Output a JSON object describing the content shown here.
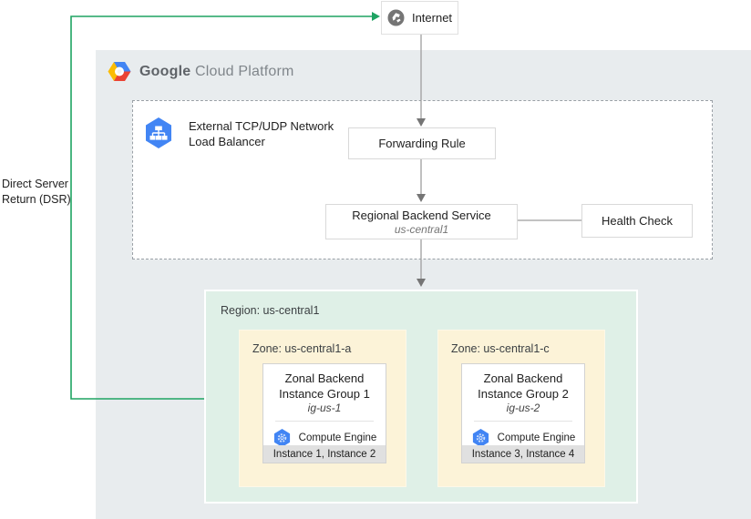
{
  "brand": {
    "google": "Google",
    "cloud_platform": "Cloud Platform"
  },
  "internet": {
    "label": "Internet"
  },
  "load_balancer": {
    "line1": "External TCP/UDP Network",
    "line2": "Load Balancer"
  },
  "forwarding_rule": {
    "label": "Forwarding Rule"
  },
  "backend_service": {
    "label": "Regional Backend Service",
    "region": "us-central1"
  },
  "health_check": {
    "label": "Health Check"
  },
  "dsr": {
    "label": "Direct Server Return (DSR)"
  },
  "region": {
    "label": "Region: us-central1",
    "zones": [
      {
        "label": "Zone: us-central1-a",
        "group": {
          "title1": "Zonal Backend",
          "title2": "Instance Group 1",
          "name": "ig-us-1",
          "engine_label": "Compute Engine",
          "instances": "Instance 1, Instance 2"
        }
      },
      {
        "label": "Zone: us-central1-c",
        "group": {
          "title1": "Zonal Backend",
          "title2": "Instance Group 2",
          "name": "ig-us-2",
          "engine_label": "Compute Engine",
          "instances": "Instance 3, Instance 4"
        }
      }
    ]
  },
  "icons": {
    "internet": "globe-icon",
    "brand": "gcp-hexagon-logo-icon",
    "load_balancer": "network-load-balancer-hexagon-icon",
    "compute_engine": "compute-engine-hexagon-icon"
  },
  "colors": {
    "panel_gray": "#e8ecee",
    "region_green": "#dff0e7",
    "zone_yellow": "#fcf3d8",
    "footer_gray": "#e0e0e0",
    "accent_green_line": "#1ea362",
    "connector_gray": "#9e9e9e",
    "product_blue": "#4285f4"
  }
}
